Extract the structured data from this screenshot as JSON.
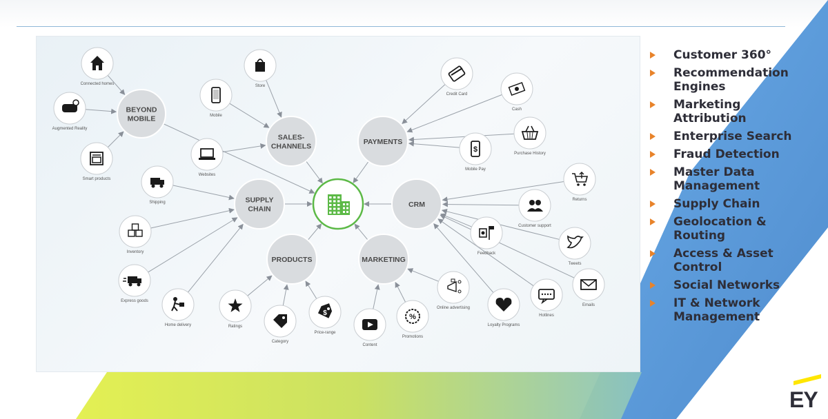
{
  "diagram": {
    "center": {
      "icon": "office-building-icon",
      "accent": "#5cb946"
    },
    "hubs": [
      {
        "id": "beyond_mobile",
        "label_lines": [
          "BEYOND",
          "MOBILE"
        ]
      },
      {
        "id": "sales_channels",
        "label_lines": [
          "SALES-",
          "CHANNELS"
        ]
      },
      {
        "id": "payments",
        "label_lines": [
          "PAYMENTS"
        ]
      },
      {
        "id": "supply_chain",
        "label_lines": [
          "SUPPLY",
          "CHAIN"
        ]
      },
      {
        "id": "crm",
        "label_lines": [
          "CRM"
        ]
      },
      {
        "id": "products",
        "label_lines": [
          "PRODUCTS"
        ]
      },
      {
        "id": "marketing",
        "label_lines": [
          "MARKETING"
        ]
      }
    ],
    "leaves": [
      {
        "id": "connected_homes",
        "label": "Connected homes",
        "icon": "house-icon",
        "hub": "beyond_mobile"
      },
      {
        "id": "augmented_reality",
        "label": "Augmented Reality",
        "icon": "vr-headset-icon",
        "hub": "beyond_mobile"
      },
      {
        "id": "smart_products",
        "label": "Smart products",
        "icon": "oven-icon",
        "hub": "beyond_mobile"
      },
      {
        "id": "store",
        "label": "Store",
        "icon": "shopping-bag-icon",
        "hub": "sales_channels"
      },
      {
        "id": "mobile",
        "label": "Mobile",
        "icon": "smartphone-icon",
        "hub": "sales_channels"
      },
      {
        "id": "websites",
        "label": "Websites",
        "icon": "laptop-icon",
        "hub": "sales_channels"
      },
      {
        "id": "credit_card",
        "label": "Credit Card",
        "icon": "credit-card-icon",
        "hub": "payments"
      },
      {
        "id": "cash",
        "label": "Cash",
        "icon": "cash-icon",
        "hub": "payments"
      },
      {
        "id": "purchase_history",
        "label": "Purchase History",
        "icon": "basket-icon",
        "hub": "payments"
      },
      {
        "id": "mobile_pay",
        "label": "Mobile Pay",
        "icon": "mobile-pay-icon",
        "hub": "payments"
      },
      {
        "id": "shipping",
        "label": "Shipping",
        "icon": "truck-icon",
        "hub": "supply_chain"
      },
      {
        "id": "inventory",
        "label": "Inventory",
        "icon": "boxes-icon",
        "hub": "supply_chain"
      },
      {
        "id": "express_goods",
        "label": "Express goods",
        "icon": "express-truck-icon",
        "hub": "supply_chain"
      },
      {
        "id": "home_delivery",
        "label": "Home delivery",
        "icon": "delivery-person-icon",
        "hub": "supply_chain"
      },
      {
        "id": "returns",
        "label": "Returns",
        "icon": "cart-return-icon",
        "hub": "crm"
      },
      {
        "id": "customer_support",
        "label": "Customer support",
        "icon": "support-people-icon",
        "hub": "crm"
      },
      {
        "id": "feedback",
        "label": "Feedback",
        "icon": "feedback-icon",
        "hub": "crm"
      },
      {
        "id": "tweets",
        "label": "Tweets",
        "icon": "twitter-bird-icon",
        "hub": "crm"
      },
      {
        "id": "emails",
        "label": "Emails",
        "icon": "envelope-icon",
        "hub": "crm"
      },
      {
        "id": "hotlines",
        "label": "Hotlines",
        "icon": "chat-bubble-icon",
        "hub": "crm"
      },
      {
        "id": "loyalty_programs",
        "label": "Loyalty Programs",
        "icon": "heart-icon",
        "hub": "crm"
      },
      {
        "id": "ratings",
        "label": "Ratings",
        "icon": "star-icon",
        "hub": "products"
      },
      {
        "id": "category",
        "label": "Category",
        "icon": "tag-icon",
        "hub": "products"
      },
      {
        "id": "price_range",
        "label": "Price-range",
        "icon": "price-tag-icon",
        "hub": "products"
      },
      {
        "id": "content",
        "label": "Content",
        "icon": "video-play-icon",
        "hub": "marketing"
      },
      {
        "id": "promotions",
        "label": "Promotions",
        "icon": "percent-badge-icon",
        "hub": "marketing"
      },
      {
        "id": "online_advertising",
        "label": "Online advertising",
        "icon": "megaphone-icon",
        "hub": "marketing"
      }
    ]
  },
  "bullets": [
    {
      "lines": [
        "Customer 360°"
      ]
    },
    {
      "lines": [
        "Recommendation",
        "Engines"
      ]
    },
    {
      "lines": [
        "Marketing",
        "Attribution"
      ]
    },
    {
      "lines": [
        "Enterprise Search"
      ]
    },
    {
      "lines": [
        "Fraud Detection"
      ]
    },
    {
      "lines": [
        "Master Data",
        "Management"
      ]
    },
    {
      "lines": [
        "Supply Chain"
      ]
    },
    {
      "lines": [
        "Geolocation &",
        "Routing"
      ]
    },
    {
      "lines": [
        "Access & Asset",
        "Control"
      ]
    },
    {
      "lines": [
        "Social Networks"
      ]
    },
    {
      "lines": [
        "IT & Network",
        "Management"
      ]
    }
  ],
  "colors": {
    "bullet_marker": "#e8832a",
    "center_accent": "#5cb946",
    "deco_blue": "#4a90d9",
    "deco_yellow": "#d8e84a",
    "ey_yellow": "#ffe600"
  },
  "logo": {
    "text": "EY"
  }
}
